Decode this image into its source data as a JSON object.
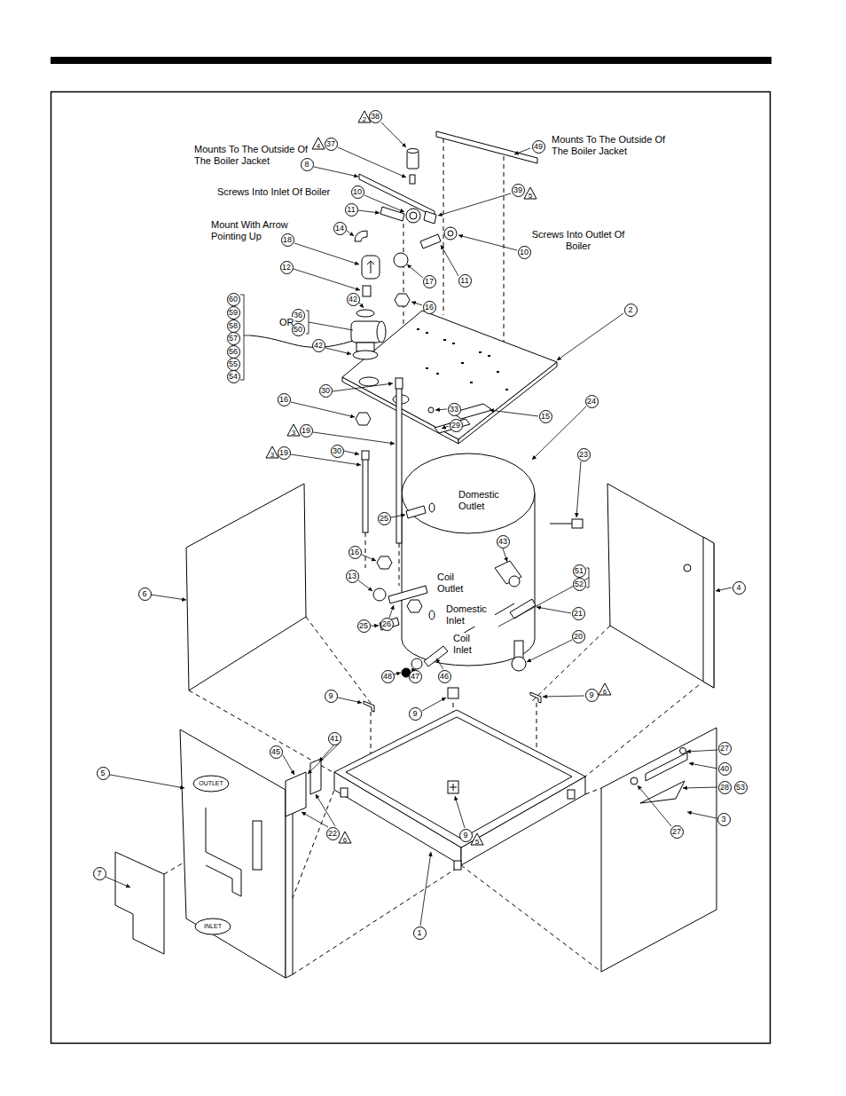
{
  "diagram": {
    "labels": [
      "2",
      "38",
      "Mounts To The Outside Of The Boiler Jacket",
      "4",
      "37",
      "8",
      "49",
      "Mounts To The Outside Of The Boiler Jacket",
      "Screws Into Inlet Of Boiler",
      "10",
      "39",
      "5",
      "11",
      "Mount With Arrow Pointing Up",
      "14",
      "18",
      "Screws Into Outlet Of Boiler",
      "10",
      "12",
      "11",
      "17",
      "2",
      "60",
      "59",
      "58",
      "57",
      "56",
      "55",
      "54",
      "42",
      "36",
      "OR",
      "50",
      "16",
      "42",
      "30",
      "16",
      "24",
      "33",
      "15",
      "29",
      "3",
      "19",
      "3",
      "19",
      "30",
      "23",
      "Domestic Outlet",
      "25",
      "16",
      "43",
      "51",
      "52",
      "4",
      "6",
      "13",
      "Coil Outlet",
      "Domestic Inlet",
      "21",
      "26",
      "25",
      "Coil Inlet",
      "20",
      "48",
      "47",
      "46",
      "9",
      "9",
      "6",
      "9",
      "41",
      "27",
      "45",
      "40",
      "5",
      "OUTLET",
      "28",
      "53",
      "3",
      "27",
      "22",
      "6",
      "9",
      "5",
      "7",
      "INLET",
      "1"
    ]
  }
}
